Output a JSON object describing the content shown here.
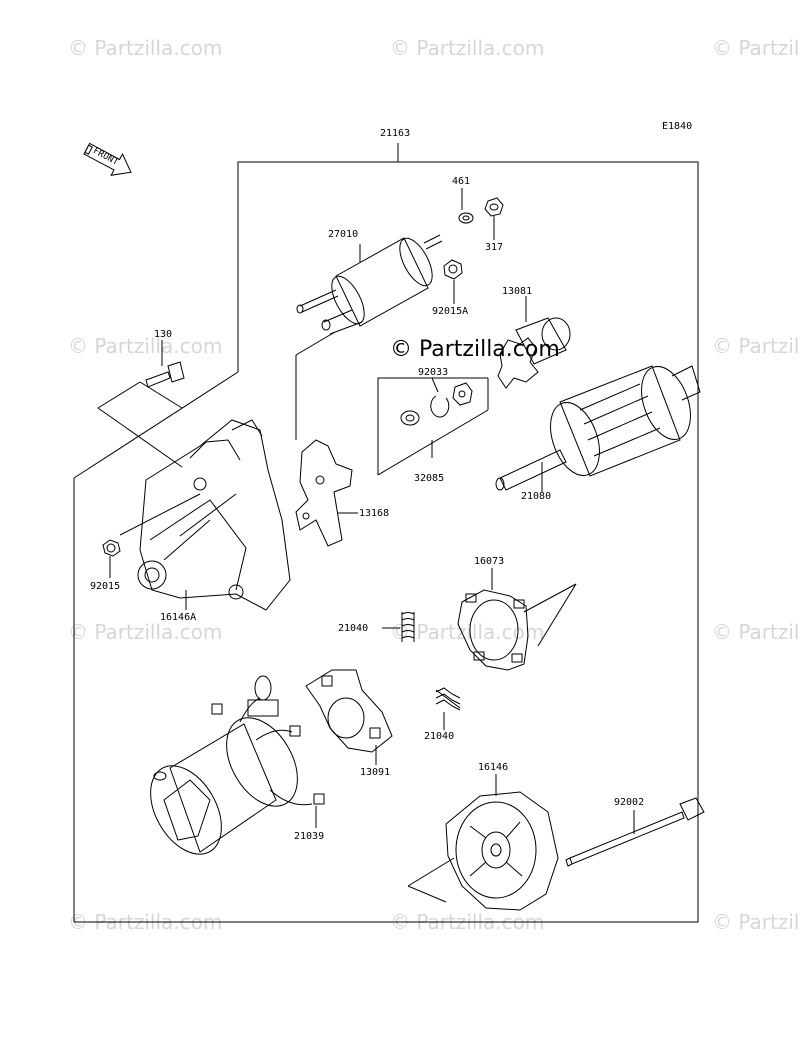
{
  "diagram_code": "E1840",
  "front_indicator": "FRONT",
  "watermark_text": "© Partzilla.com",
  "center_watermark_text": "© Partzilla.com",
  "parts": {
    "assembly": "21163",
    "p461": "461",
    "p317": "317",
    "p27010": "27010",
    "p92015A": "92015A",
    "p13081": "13081",
    "p130": "130",
    "p92033": "92033",
    "p32085": "32085",
    "p21080": "21080",
    "p13168": "13168",
    "p92015": "92015",
    "p16146A": "16146A",
    "p16073": "16073",
    "p21040a": "21040",
    "p21040b": "21040",
    "p13091": "13091",
    "p21039": "21039",
    "p16146": "16146",
    "p92002": "92002"
  }
}
